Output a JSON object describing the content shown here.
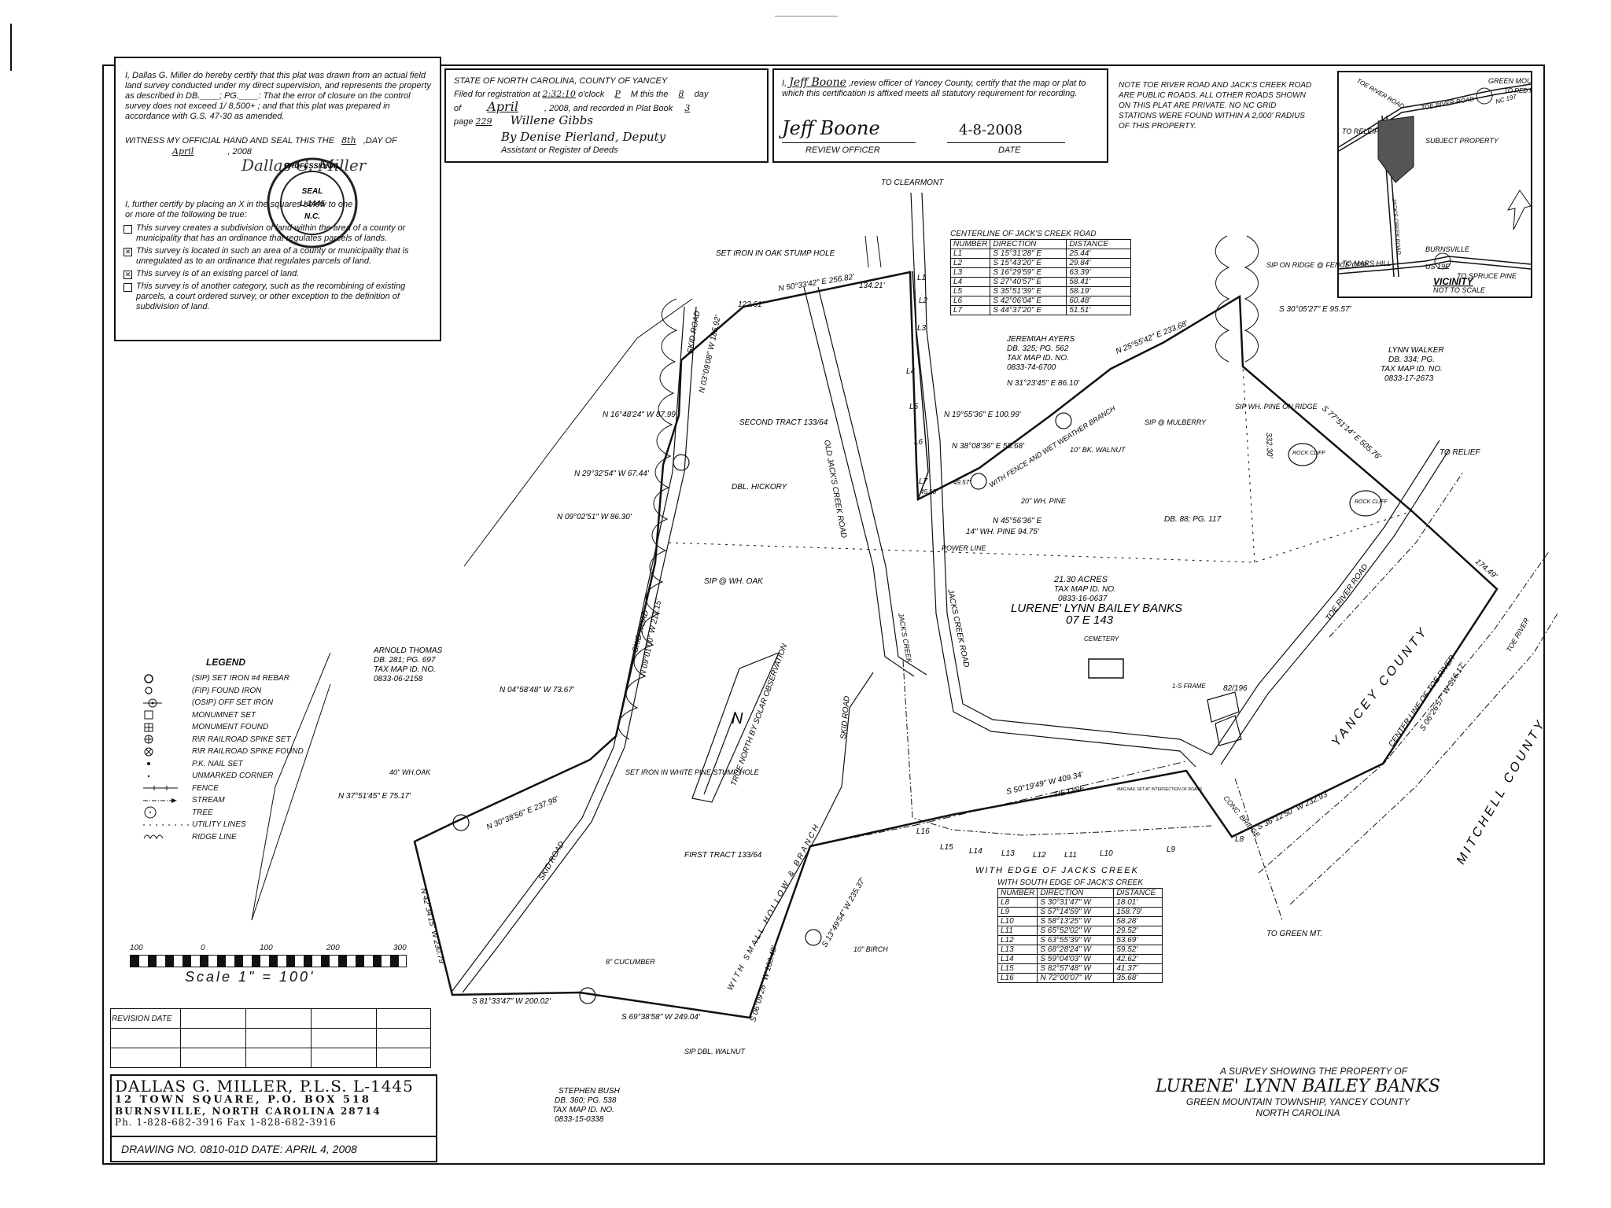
{
  "certificate": {
    "paragraph1": "I, Dallas G. Miller do hereby certify that this plat was drawn from an actual field land survey conducted under my direct supervision, and represents the property as described in DB.____; PG.____: That the error of closure on the control survey does not exceed 1/ 8,500+ ; and that this plat was prepared in accordance with G.S. 47-30 as amended.",
    "witness": "WITNESS MY OFFICIAL HAND AND SEAL THIS THE",
    "witness_day": "8th",
    "witness_day_suffix": ",DAY OF",
    "witness_month": "April",
    "witness_year": ", 2008",
    "signature": "Dallas G. Miller",
    "seal_lines": [
      "PROFESSIONAL",
      "SEAL",
      "L-1445",
      "N.C."
    ],
    "further": "I, further certify by placing an X in the squares below to one or more of the following be true:",
    "options": [
      {
        "checked": false,
        "text": "This survey creates a subdivision of land within the area of a county or municipality that has an ordinance that regulates parcels of lands."
      },
      {
        "checked": true,
        "text": "This survey is located in such an area of a county or municipality that is unregulated as to an ordinance that regulates parcels of land."
      },
      {
        "checked": true,
        "text": "This survey is of an existing parcel of land."
      },
      {
        "checked": false,
        "text": "This survey is of another category, such as the recombining of existing parcels, a court ordered survey, or other exception to the definition of subdivision of land."
      }
    ]
  },
  "registration": {
    "heading": "STATE OF NORTH CAROLINA, COUNTY OF YANCEY",
    "line1_a": "Filed for registration at",
    "time": "2:32:10",
    "line1_b": "o'clock",
    "meridiem": "P",
    "line1_c": "M this the",
    "day": "8",
    "line1_d": "day",
    "line2_a": "of",
    "month": "April",
    "line2_b": ", 2008, and recorded in Plat Book",
    "book": "3",
    "line3_a": "page",
    "page": "229",
    "register_name": "Willene Gibbs",
    "deputy": "By Denise Pierland, Deputy",
    "role": "Assistant or Register of Deeds"
  },
  "review": {
    "prefix": "I,",
    "officer_name": "Jeff Boone",
    "text": ",review officer of Yancey County, certify that the map or plat to which this certification is affixed meets all statutory requirement for recording.",
    "signature": "Jeff Boone",
    "date": "4-8-2008",
    "officer_label": "REVIEW OFFICER",
    "date_label": "DATE"
  },
  "note": "NOTE TOE RIVER ROAD AND JACK'S CREEK ROAD ARE PUBLIC ROADS. ALL OTHER ROADS SHOWN ON THIS PLAT ARE PRIVATE. NO NC GRID STATIONS WERE FOUND WITHIN A 2,000' RADIUS OF THIS PROPERTY.",
  "vicinity": {
    "title": "VICINITY",
    "subtitle": "NOT TO SCALE",
    "labels": [
      "TO RELEIF",
      "TOE RIVER ROAD",
      "TOE RIVER ROAD",
      "GREEN MOUNTAIN",
      "NC 197",
      "TO RED HILL",
      "SUBJECT PROPERTY",
      "JACK'S CREEK ROAD",
      "BURNSVILLE",
      "TO MARS HILL",
      "US 19E",
      "TO SPRUCE PINE"
    ]
  },
  "centerline_table": {
    "caption": "CENTERLINE OF JACK'S CREEK ROAD",
    "headers": [
      "NUMBER",
      "DIRECTION",
      "DISTANCE"
    ],
    "rows": [
      [
        "L1",
        "S 15°31'28\" E",
        "25.44'"
      ],
      [
        "L2",
        "S 15°43'20\" E",
        "29.84'"
      ],
      [
        "L3",
        "S 16°29'59\" E",
        "63.39'"
      ],
      [
        "L4",
        "S 27°40'57\" E",
        "58.41'"
      ],
      [
        "L5",
        "S 35°51'39\" E",
        "58.19'"
      ],
      [
        "L6",
        "S 42°06'04\" E",
        "60.48'"
      ],
      [
        "L7",
        "S 44°37'20\" E",
        "51.51'"
      ]
    ]
  },
  "south_edge_table": {
    "caption": "WITH SOUTH EDGE OF JACK'S CREEK",
    "headers": [
      "NUMBER",
      "DIRECTION",
      "DISTANCE"
    ],
    "rows": [
      [
        "L8",
        "S 30°31'47\" W",
        "18.01'"
      ],
      [
        "L9",
        "S 57°14'59\" W",
        "158.79'"
      ],
      [
        "L10",
        "S 58°13'25\" W",
        "58.28'"
      ],
      [
        "L11",
        "S 65°52'02\" W",
        "29.52'"
      ],
      [
        "L12",
        "S 63°55'39\" W",
        "53.69'"
      ],
      [
        "L13",
        "S 68°28'24\" W",
        "59.52'"
      ],
      [
        "L14",
        "S 59°04'03\" W",
        "42.62'"
      ],
      [
        "L15",
        "S 82°57'48\" W",
        "41.37'"
      ],
      [
        "L16",
        "N 72°00'07\" W",
        "35.68'"
      ]
    ]
  },
  "legend": {
    "title": "LEGEND",
    "items": [
      {
        "icon": "circle-icon",
        "label": "(SIP) SET IRON #4 REBAR"
      },
      {
        "icon": "circle-small-icon",
        "label": "(FIP) FOUND IRON"
      },
      {
        "icon": "offset-iron-icon",
        "label": "(OSIP) OFF SET IRON"
      },
      {
        "icon": "square-icon",
        "label": "MONUMNET SET"
      },
      {
        "icon": "square-cross-icon",
        "label": "MONUMENT FOUND"
      },
      {
        "icon": "circle-cross-icon",
        "label": "R\\R RAILROAD SPIKE SET"
      },
      {
        "icon": "circle-x-icon",
        "label": "R\\R RAILROAD SPIKE FOUND"
      },
      {
        "icon": "dot-icon",
        "label": "P.K. NAIL SET"
      },
      {
        "icon": "dot-small-icon",
        "label": "UNMARKED CORNER"
      },
      {
        "icon": "fence-icon",
        "label": "FENCE"
      },
      {
        "icon": "stream-icon",
        "label": "STREAM"
      },
      {
        "icon": "tree-icon",
        "label": "TREE"
      },
      {
        "icon": "utility-icon",
        "label": "UTILITY LINES"
      },
      {
        "icon": "ridge-icon",
        "label": "RIDGE LINE"
      }
    ]
  },
  "scale": {
    "ticks": [
      "100",
      "0",
      "100",
      "200",
      "300"
    ],
    "text": "Scale 1\" = 100'"
  },
  "revision": {
    "label": "REVISION DATE"
  },
  "surveyor": {
    "name": "DALLAS G. MILLER, P.L.S. L-1445",
    "address1": "12 TOWN SQUARE, P.O. BOX 518",
    "address2": "BURNSVILLE, NORTH CAROLINA 28714",
    "phone": "Ph. 1-828-682-3916 Fax 1-828-682-3916"
  },
  "drawing": "DRAWING NO. 0810-01D DATE: APRIL 4, 2008",
  "title_block": {
    "line1": "A SURVEY SHOWING THE PROPERTY OF",
    "owner": "LURENE' LYNN BAILEY BANKS",
    "line3": "GREEN MOUNTAIN TOWNSHIP, YANCEY COUNTY",
    "line4": "NORTH CAROLINA"
  },
  "map_labels": {
    "to_clearmont": "TO CLEARMONT",
    "oak_stump": "SET IRON IN OAK STUMP HOLE",
    "b1": "N 50°33'42\" E 256.82'",
    "b1a": "122.61'",
    "b1b": "134.21'",
    "b2": "N 03°09'08\" W 185.92'",
    "b3": "N 16°48'24\" W 87.99'",
    "b4": "N 29°32'54\" W 67.44'",
    "b5": "N 09°02'51\" W 86.30'",
    "b6": "N 09°01'00\" W 211.15'",
    "b7": "N 04°58'48\" W 73.67'",
    "b8": "N 30°38'56\" E 237.98'",
    "b9": "N 37°51'45\" E 75.17'",
    "b10": "N 42°34'15\" W 230.79'",
    "b11": "S 81°33'47\" W 200.02'",
    "b12": "S 69°38'58\" W 249.04'",
    "b13": "S 06°09'28\" W 160.48'",
    "b14": "S 13°49'54\" W 235.37'",
    "b15": "S 50°19'49\" W 409.34'",
    "tie_line": "TIE LINE",
    "b16": "S 36°12'50\" W 232.93'",
    "b17": "S 06°26'57\" W 316.17'",
    "b18": "174.49'",
    "b19": "S 77°51'14\" E 505.76'",
    "b19a": "332.30'",
    "b20": "S 30°05'27\" E 95.57'",
    "b21": "N 25°55'42\" E 233.68'",
    "b22": "N 31°23'45\" E 86.10'",
    "b23": "N 19°55'36\" E 100.99'",
    "b24": "N 38°08'36\" E 55.68'",
    "b25": "N 45°56'36\" E",
    "b25a": "14\" WH. PINE 94.75'",
    "b26a": "45.18'",
    "b26b": "49.57'",
    "second_tract": "SECOND TRACT 133/64",
    "first_tract": "FIRST TRACT 133/64",
    "dbl_hickory": "DBL. HICKORY",
    "sip_wh_oak": "SIP @ WH. OAK",
    "skid_road": "SKID ROAD",
    "old_jacks": "OLD JACK'S CREEK ROAD",
    "jacks_creek_road": "JACKS CREEK ROAD",
    "jacks_creek": "JACK'S CREEK",
    "power_line": "POWER LINE",
    "acres": "21.30 ACRES",
    "tax_map": "TAX MAP ID. NO.",
    "tax_no": "0833-16-0637",
    "owner_map": "LURENE' LYNN BAILEY BANKS",
    "owner_ref": "07 E 143",
    "cemetery": "CEMETERY",
    "frame": "1-S FRAME",
    "frame_ref": "82/196",
    "db88": "DB. 88; PG. 117",
    "arnold": "ARNOLD THOMAS",
    "arnold_db": "DB. 281; PG. 697",
    "arnold_tax": "TAX MAP ID. NO.",
    "arnold_no": "0833-06-2158",
    "jeremiah": "JEREMIAH AYERS",
    "jeremiah_db": "DB. 325; PG. 562",
    "jeremiah_tax": "TAX MAP ID. NO.",
    "jeremiah_no": "0833-74-6700",
    "lynn": "LYNN WALKER",
    "lynn_db": "DB. 334; PG.",
    "lynn_tax": "TAX MAP ID. NO.",
    "lynn_no": "0833-17-2673",
    "stephen": "STEPHEN BUSH",
    "stephen_db": "DB. 360; PG. 538",
    "stephen_tax": "TAX MAP ID. NO.",
    "stephen_no": "0833-15-0338",
    "sip_ridge": "SIP ON RIDGE @ FENCE COR.",
    "sip_pine": "SIP WH. PINE ON RIDGE",
    "sip_mulberry": "SIP @ MULBERRY",
    "bk_walnut": "10\" BK. WALNUT",
    "wh_pine20": "20\" WH. PINE",
    "wet_weather": "WITH FENCE AND WET WEATHER BRANCH",
    "rock_cliff": "ROCK CLIFF",
    "to_relief": "TO RELIEF",
    "toe_river_road": "TOE RIVER ROAD",
    "yancey": "YANCEY COUNTY",
    "mitchell": "MITCHELL COUNTY",
    "center_toe": "CENTER LINE OF TOE RIVER",
    "toe_river": "TOE RIVER",
    "to_green": "TO GREEN MT.",
    "conc_bridge": "CONC. BRIDGE",
    "mag_nail": "MAG NAIL SET AT INTERSECTION OF ROADS",
    "edge_jacks": "WITH EDGE OF JACKS CREEK",
    "small_hollow": "WITH SMALL HOLLOW & BRANCH",
    "birch": "10\" BIRCH",
    "cucumber": "8\" CUCUMBER",
    "sip_walnut": "SIP DBL. WALNUT",
    "wh_oak40": "40\" WH.OAK",
    "white_pine_stump": "SET IRON IN WHITE PINE STUMP HOLE",
    "true_north": "TRUE NORTH BY SOLAR OBSERVATION",
    "north_letter": "N",
    "L": [
      "L1",
      "L2",
      "L3",
      "L4",
      "L5",
      "L6",
      "L7",
      "L8",
      "L9",
      "L10",
      "L11",
      "L12",
      "L13",
      "L14",
      "L15",
      "L16"
    ]
  }
}
